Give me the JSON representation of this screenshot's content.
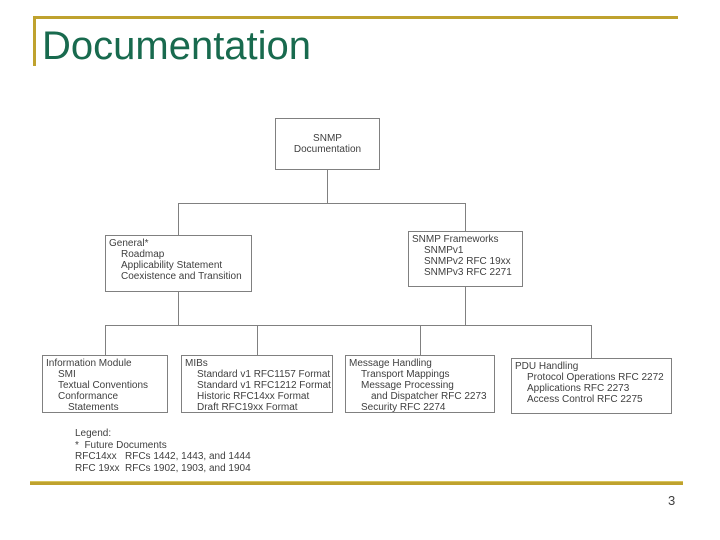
{
  "slide": {
    "title": "Documentation",
    "page_number": "3",
    "colors": {
      "accent_gold": "#BFA22E",
      "title_green": "#186A4E",
      "box_border": "#808080",
      "box_text": "#3F3F3F"
    }
  },
  "diagram": {
    "root": {
      "line1": "SNMP",
      "line2": "Documentation"
    },
    "level2": [
      {
        "title": "General*",
        "items": [
          "Roadmap",
          "Applicability Statement",
          "Coexistence and Transition"
        ]
      },
      {
        "title": "SNMP Frameworks",
        "items": [
          "SNMPv1",
          "SNMPv2 RFC 19xx",
          "SNMPv3 RFC 2271"
        ]
      }
    ],
    "level3": [
      {
        "title": "Information Module",
        "items": [
          "SMI",
          "Textual Conventions",
          "Conformance",
          "Statements"
        ]
      },
      {
        "title": "MIBs",
        "items": [
          "Standard v1 RFC1157 Format",
          "Standard v1 RFC1212 Format",
          "Historic RFC14xx Format",
          "Draft RFC19xx Format"
        ]
      },
      {
        "title": "Message Handling",
        "items": [
          "Transport Mappings",
          "Message Processing",
          "and Dispatcher RFC 2273",
          "Security RFC 2274"
        ]
      },
      {
        "title": "PDU Handling",
        "items": [
          "Protocol Operations RFC 2272",
          "Applications RFC 2273",
          "Access Control RFC 2275"
        ]
      }
    ],
    "legend": {
      "line1": "Legend:",
      "line2": "*  Future Documents",
      "line3": "RFC14xx   RFCs 1442, 1443, and 1444",
      "line4": "RFC 19xx  RFCs 1902, 1903, and 1904"
    }
  }
}
